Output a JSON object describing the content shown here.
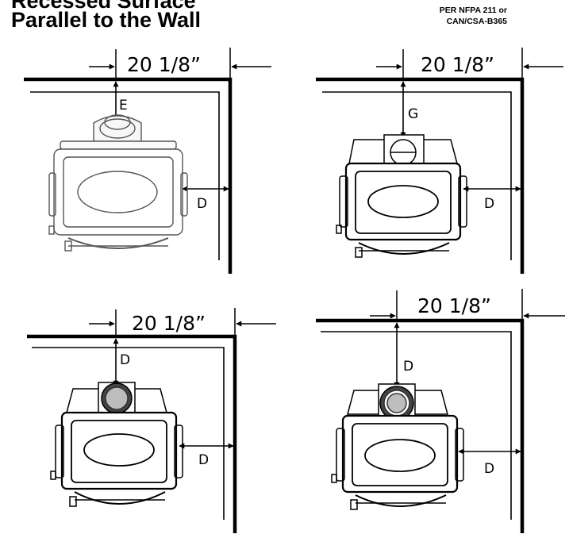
{
  "title": {
    "line1": "Recessed Surface",
    "line2": "Parallel to the Wall"
  },
  "standard": {
    "line1": "PER NFPA 211 or",
    "line2": "CAN/CSA-B365"
  },
  "panels": [
    {
      "dimension": "20 1/8”",
      "top_label": "E",
      "side_label": "D",
      "stove": "legacy-flue-collar"
    },
    {
      "dimension": "20 1/8”",
      "top_label": "G",
      "side_label": "D",
      "stove": "square-flue-adapter"
    },
    {
      "dimension": "20 1/8”",
      "top_label": "D",
      "side_label": "D",
      "stove": "round-flue-gray"
    },
    {
      "dimension": "20 1/8”",
      "top_label": "D",
      "side_label": "D",
      "stove": "round-flue-double-ring"
    }
  ]
}
